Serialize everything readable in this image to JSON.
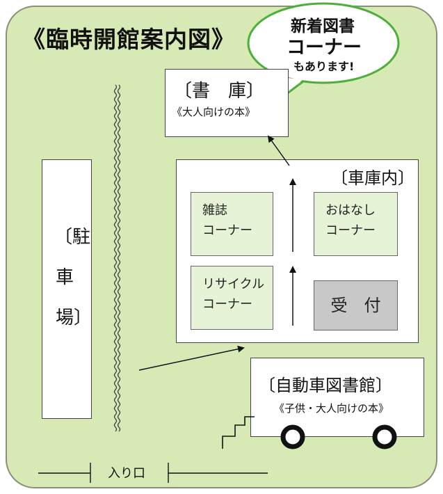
{
  "title": "《臨時開館案内図》",
  "bubble": {
    "line1": "新着図書",
    "line2": "コーナー",
    "line3": "もあります!"
  },
  "stacks": {
    "label": "〔書　庫〕",
    "sub": "《大人向けの本》"
  },
  "garage": {
    "label": "〔車庫内〕"
  },
  "parking": {
    "chars": [
      "〔駐",
      "車",
      "場〕"
    ]
  },
  "corners": {
    "magazine": {
      "line1": "雑誌",
      "line2": "コーナー"
    },
    "storytime": {
      "line1": "おはなし",
      "line2": "コーナー"
    },
    "recycle": {
      "line1": "リサイクル",
      "line2": "コーナー"
    },
    "reception": {
      "label": "受　付"
    }
  },
  "bookmobile": {
    "label": "〔自動車図書館〕",
    "sub": "《子供・大人向けの本》"
  },
  "entrance": {
    "label": "入り口"
  },
  "colors": {
    "background": "#d7eab5",
    "corner_fill": "#e7f3d6",
    "reception_fill": "#c8c8c8",
    "bubble_border": "#4caf3a"
  }
}
